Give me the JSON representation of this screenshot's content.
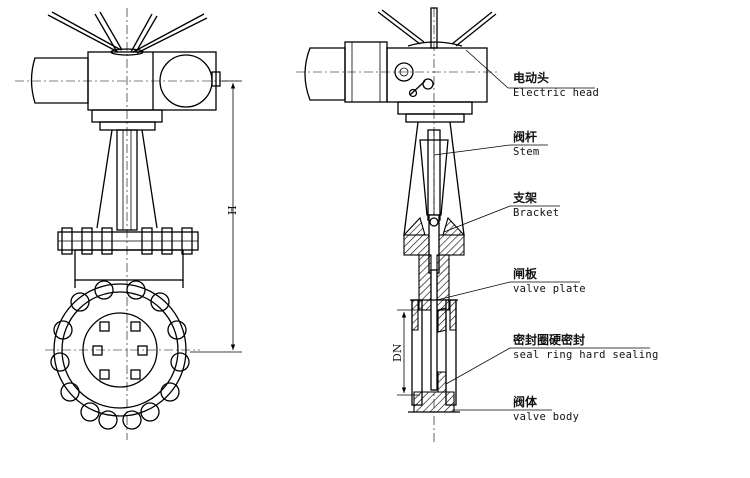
{
  "dimensions": {
    "height_label": "H",
    "diameter_label": "DN"
  },
  "callouts": [
    {
      "zh": "电动头",
      "en": "Electric head"
    },
    {
      "zh": "阀杆",
      "en": "Stem"
    },
    {
      "zh": "支架",
      "en": "Bracket"
    },
    {
      "zh": "闸板",
      "en": "valve plate"
    },
    {
      "zh": "密封圈硬密封",
      "en": "seal ring hard sealing"
    },
    {
      "zh": "阀体",
      "en": "valve body"
    }
  ]
}
